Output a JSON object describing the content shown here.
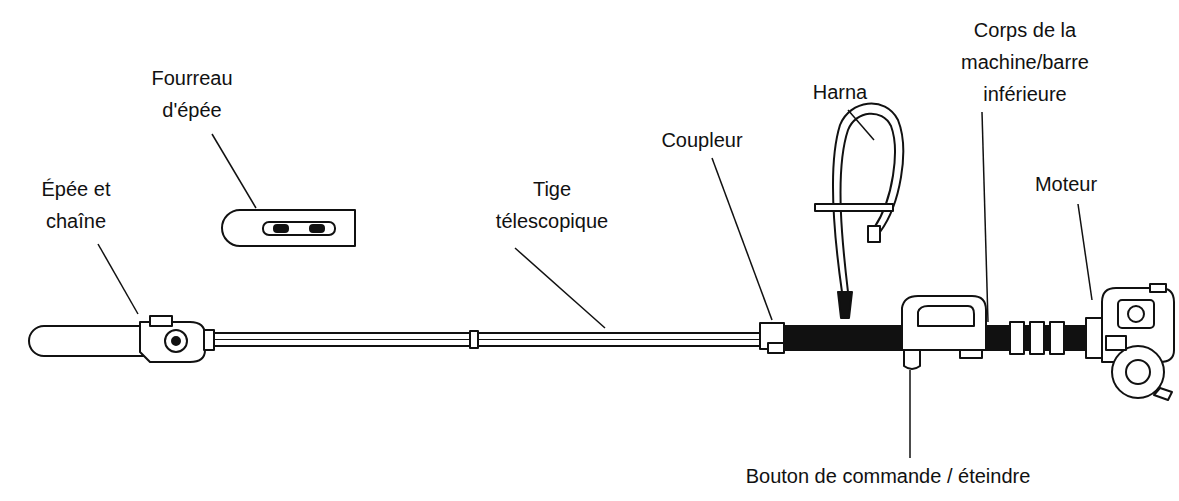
{
  "diagram": {
    "labels": [
      "Fourreau d'épée",
      "Harna",
      "Corps de la machine/barre inférieure",
      "Coupleur",
      "Épée et chaîne",
      "Tige télescopique",
      "Moteur",
      "Bouton de commande / éteindre"
    ]
  }
}
